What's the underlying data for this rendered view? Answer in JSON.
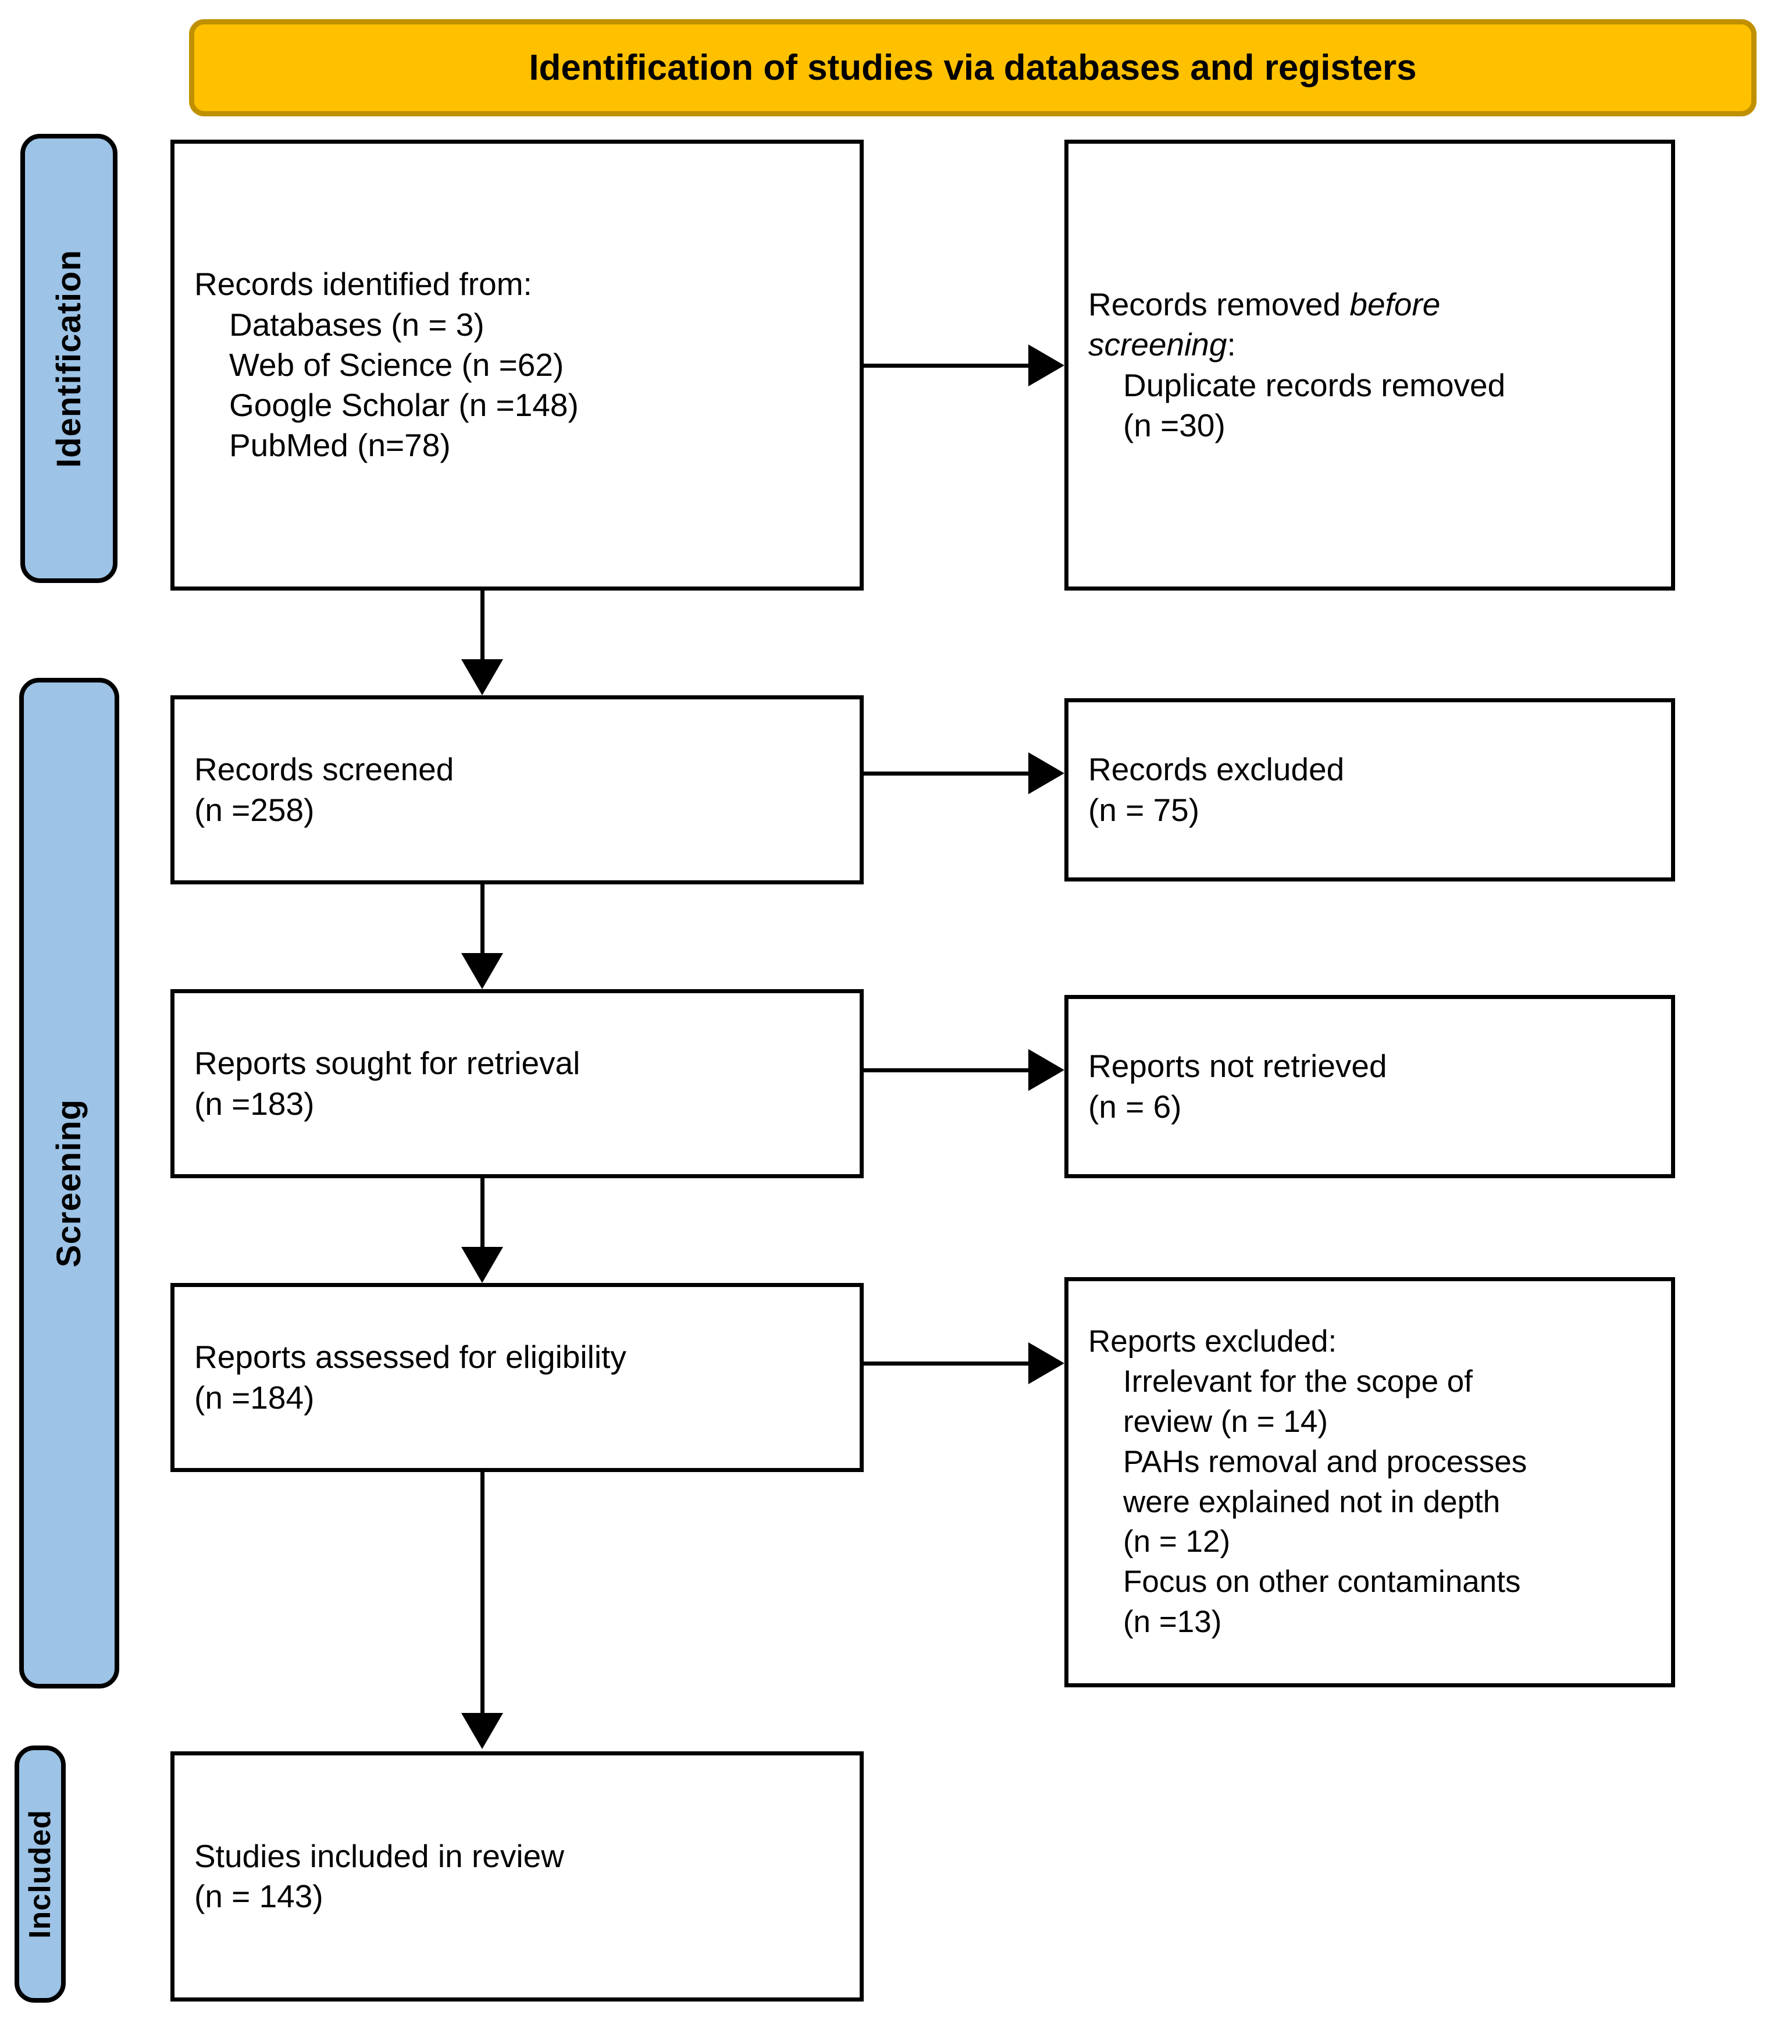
{
  "banner": {
    "title": "Identification of studies via databases and registers"
  },
  "stages": [
    {
      "id": "identification",
      "label": "Identification"
    },
    {
      "id": "screening",
      "label": "Screening"
    },
    {
      "id": "included",
      "label": "Included"
    }
  ],
  "boxes": {
    "records_identified": {
      "lines": [
        "Records identified from:",
        "Databases (n = 3)",
        "Web of Science (n =62)",
        "Google Scholar (n =148)",
        "PubMed (n=78)"
      ]
    },
    "records_removed": {
      "line1_a": "Records removed ",
      "line1_b": "before",
      "line2_a": "screening",
      "line2_b": ":",
      "line3": "Duplicate records removed",
      "line4": "(n =30)"
    },
    "records_screened": {
      "line1": "Records screened",
      "line2": "(n =258)"
    },
    "records_excluded": {
      "line1": "Records excluded",
      "line2": "(n = 75)"
    },
    "reports_sought": {
      "line1": "Reports sought for retrieval",
      "line2": "(n =183)"
    },
    "reports_not_retrieved": {
      "line1": "Reports not retrieved",
      "line2": "(n = 6)"
    },
    "reports_assessed": {
      "line1": "Reports assessed for eligibility",
      "line2": "(n =184)"
    },
    "reports_excluded": {
      "line1": "Reports excluded:",
      "line2": "Irrelevant for the scope of",
      "line3": "review (n = 14)",
      "line4": "PAHs removal and processes",
      "line5": "were explained not in depth",
      "line6": "(n = 12)",
      "line7": "Focus on other contaminants",
      "line8": "(n =13)"
    },
    "studies_included": {
      "line1": "Studies included in review",
      "line2": "(n = 143)"
    }
  },
  "colors": {
    "banner_fill": "#FFC000",
    "banner_border": "#BF9000",
    "stage_fill": "#9DC3E6",
    "box_border": "#000000",
    "box_fill": "#FFFFFF"
  }
}
